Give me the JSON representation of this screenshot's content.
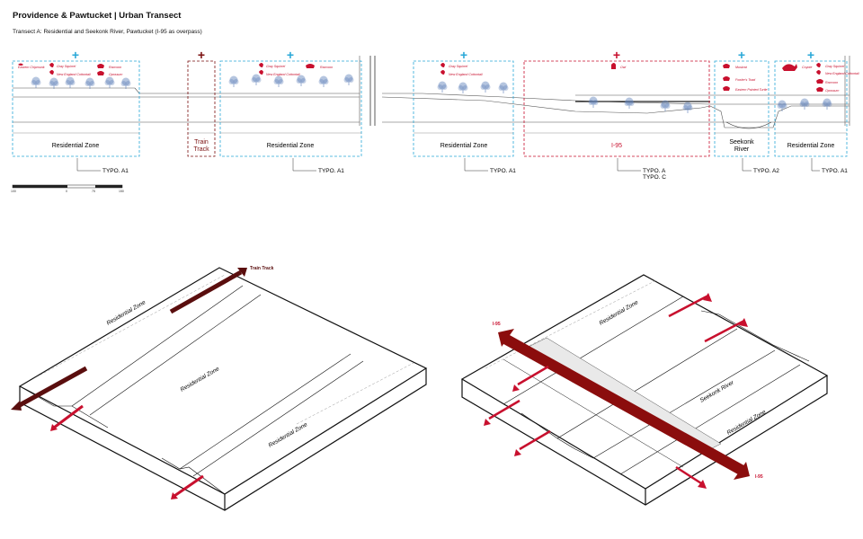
{
  "title": "Providence & Pawtucket | Urban Transect",
  "subtitle": "Transect A: Residential and Seekonk River, Pawtucket (I-95 as overpass)",
  "colors": {
    "positive": "#2aa8d8",
    "negative": "#c8102e",
    "dark_red": "#7a0f0f",
    "tree": "#5c7fb8"
  },
  "zones": [
    {
      "label": "Residential Zone",
      "sign": "+",
      "typo": "TYPO. A1"
    },
    {
      "label": "Train\nTrack",
      "sign": "+",
      "typo": ""
    },
    {
      "label": "Residential Zone",
      "sign": "+",
      "typo": "TYPO. A1"
    },
    {
      "label": "Residential Zone",
      "sign": "+",
      "typo": "TYPO. A1"
    },
    {
      "label": "I-95",
      "sign": "+",
      "typo": "TYPO. A\nTYPO. C"
    },
    {
      "label": "Seekonk\nRiver",
      "sign": "+",
      "typo": "TYPO. A2"
    },
    {
      "label": "Residential Zone",
      "sign": "+",
      "typo": "TYPO. A1"
    }
  ],
  "species_groups": [
    [
      "Eastern Chipmunk",
      "Gray Squirrel",
      "New England Cottontail",
      "Raccoon",
      "Opossum"
    ],
    [],
    [
      "Gray Squirrel",
      "New England Cottontail",
      "Raccoon"
    ],
    [
      "Gray Squirrel",
      "New England Cottontail"
    ],
    [
      "Owl"
    ],
    [
      "Muskrat",
      "Fowler's Toad",
      "Eastern Painted Turtle"
    ],
    [
      "Coyote",
      "Gray Squirrel",
      "New England Cottontail",
      "Raccoon",
      "Opossum"
    ]
  ],
  "scale_bar": [
    "100",
    "0",
    "75",
    "150"
  ],
  "iso_left": {
    "labels": [
      "Residential Zone",
      "Residential Zone",
      "Residential Zone"
    ],
    "arrow_label": "Train Track"
  },
  "iso_right": {
    "labels": [
      "Residential Zone",
      "Seekonk River",
      "Residential Zone"
    ],
    "arrow_labels": [
      "I-95",
      "I-95"
    ]
  }
}
